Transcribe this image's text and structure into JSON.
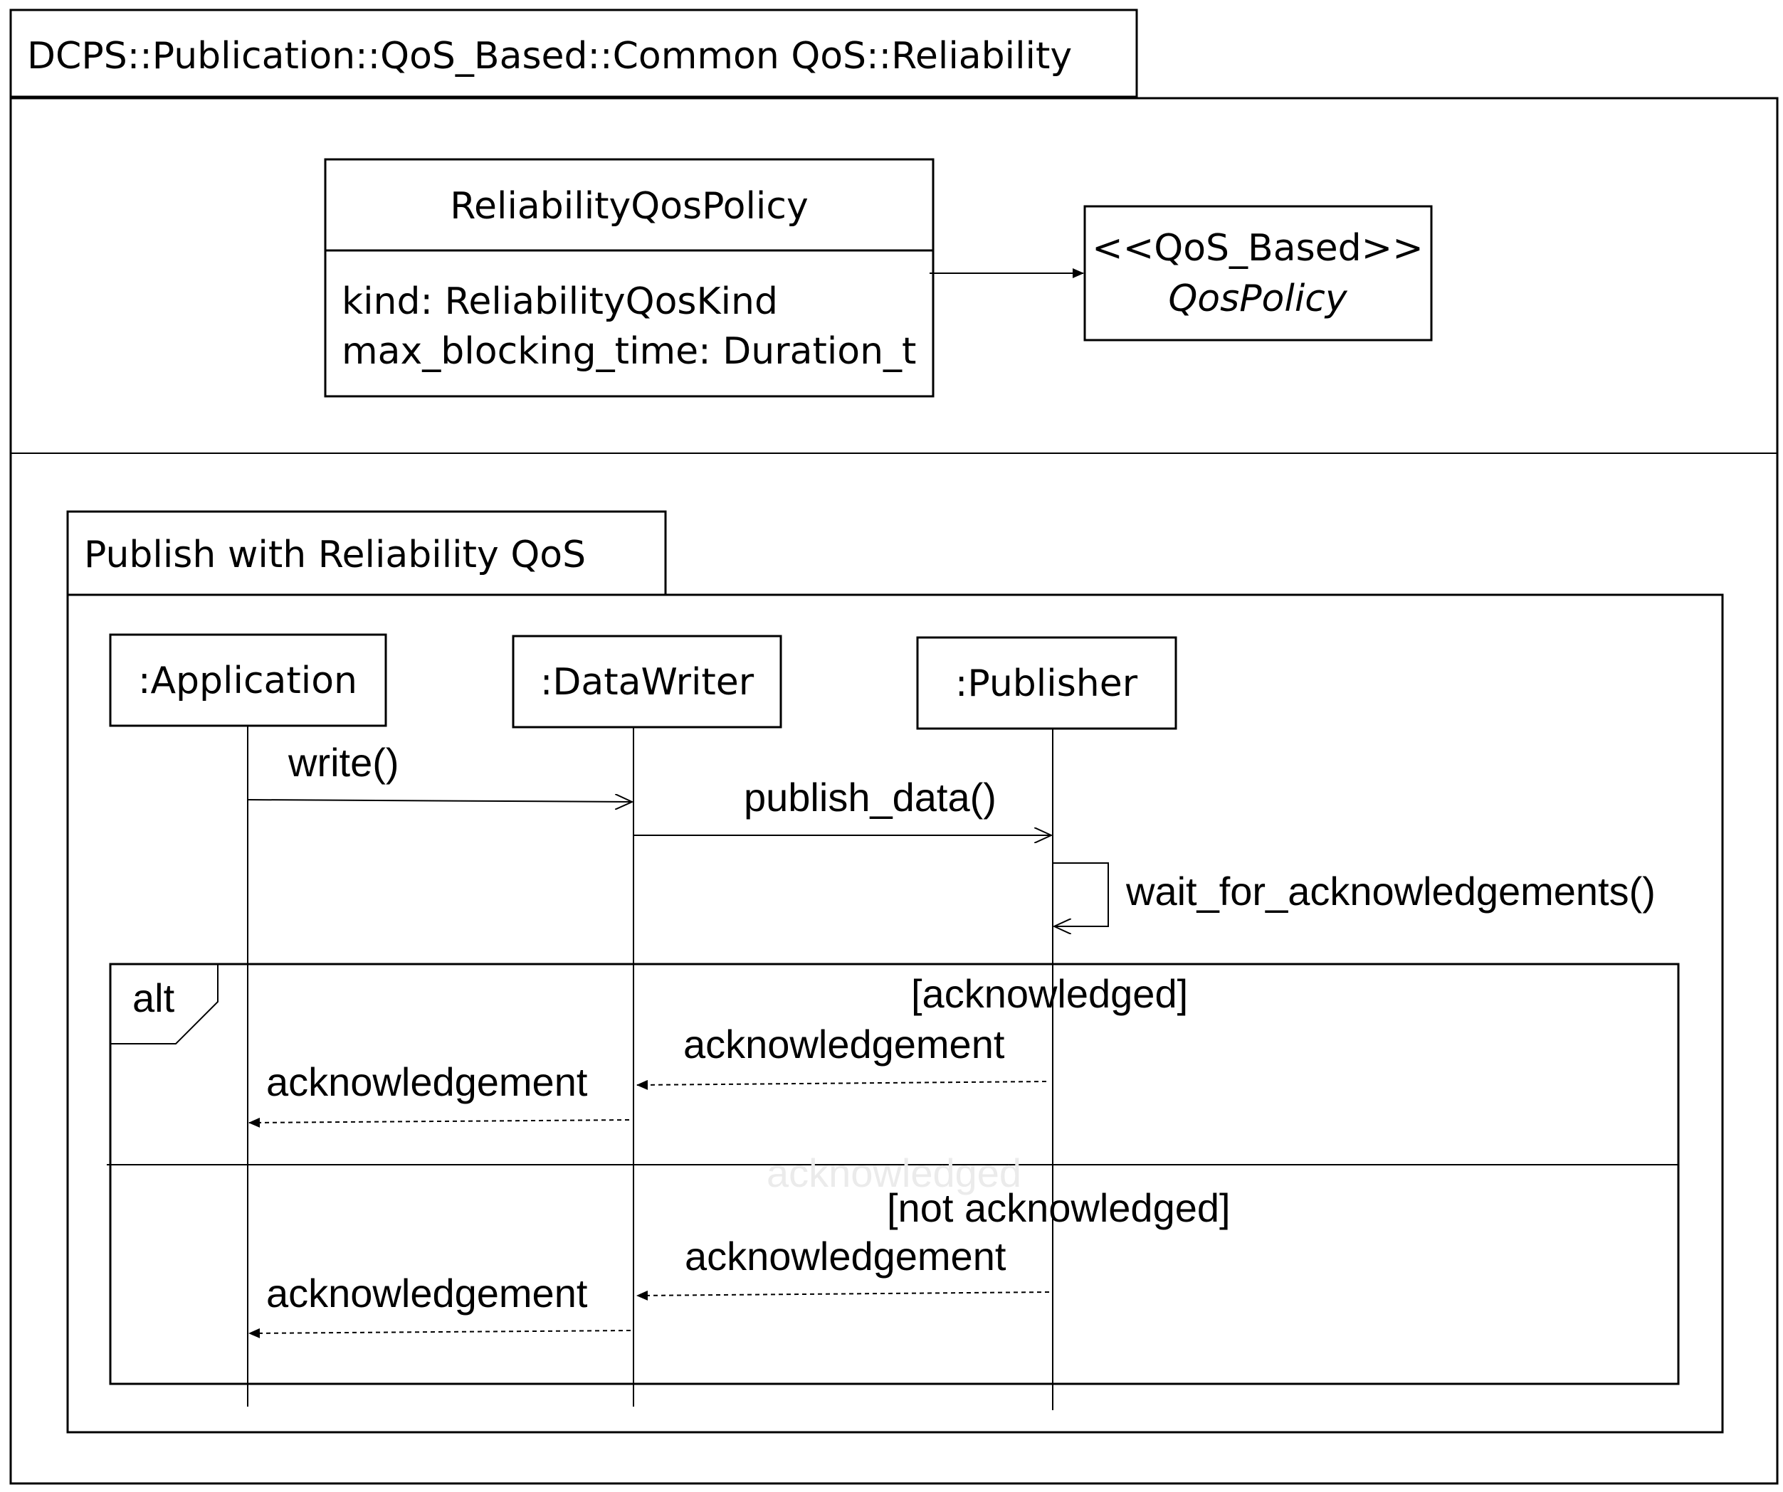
{
  "package": {
    "title": "DCPS::Publication::QoS_Based::Common QoS::Reliability"
  },
  "class_diagram": {
    "class": {
      "name": "ReliabilityQosPolicy",
      "attributes": [
        "kind: ReliabilityQosKind",
        "max_blocking_time: Duration_t"
      ]
    },
    "parent": {
      "stereotype": "<<QoS_Based>>",
      "name": "QosPolicy"
    }
  },
  "sequence": {
    "frame_title": "Publish with Reliability QoS",
    "lifelines": [
      ":Application",
      ":DataWriter",
      ":Publisher"
    ],
    "messages": {
      "write": "write()",
      "publish_data": "publish_data()",
      "self_call": "wait_for_acknowledgements()"
    },
    "alt": {
      "label": "alt",
      "operands": [
        {
          "guard": "[acknowledged]",
          "reply_publisher": "acknowledgement",
          "reply_writer": "acknowledgement"
        },
        {
          "guard": "[not acknowledged]",
          "reply_publisher": "acknowledgement",
          "reply_writer": "acknowledgement"
        }
      ],
      "watermark": "acknowledged"
    }
  }
}
